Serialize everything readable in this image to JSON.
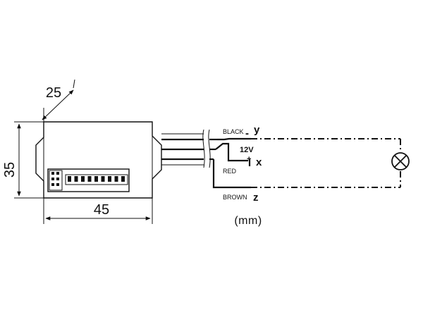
{
  "dimensions": {
    "depth": "25",
    "height": "35",
    "width": "45",
    "unit": "(mm)"
  },
  "wires": {
    "black": {
      "label": "BLACK",
      "terminal": "y"
    },
    "red": {
      "label": "RED"
    },
    "brown": {
      "label": "BROWN",
      "terminal": "z"
    },
    "supply": {
      "voltage": "12V",
      "plus": "+",
      "minus": "-",
      "terminal": "x"
    }
  },
  "icons": {
    "lamp": "lamp-icon",
    "dip_switch": "dip-switch-icon",
    "arrowheads": "arrow-icon"
  }
}
